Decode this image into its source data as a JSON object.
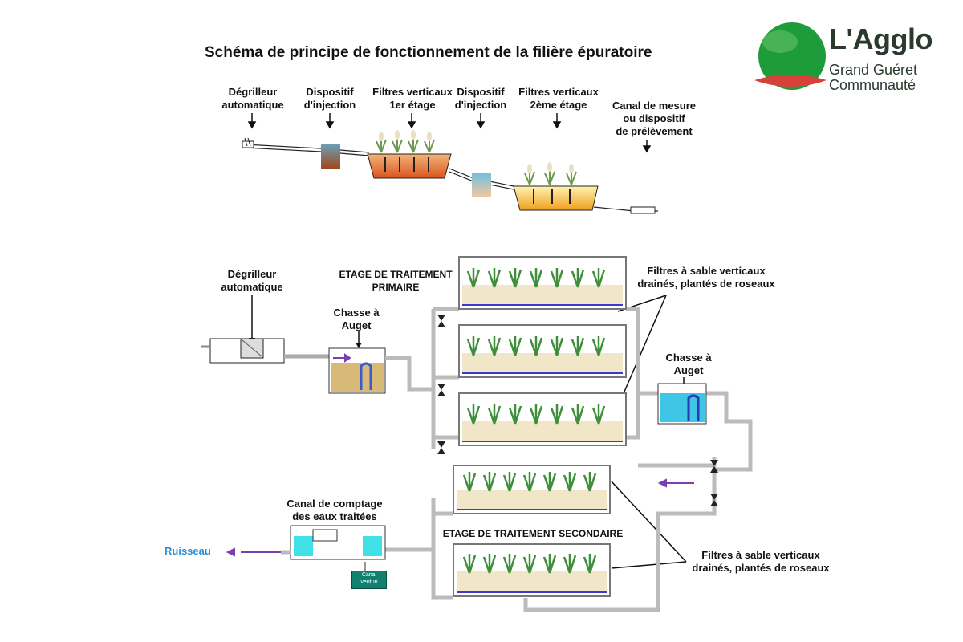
{
  "title": "Schéma de principe de fonctionnement de la filière épuratoire",
  "logo": {
    "name": "L'Agglo",
    "line1": "Grand Guéret",
    "line2": "Communauté",
    "colors": {
      "green": "#1e9b3a",
      "red": "#d8403a",
      "text": "#2b3a2e"
    }
  },
  "top_schema": {
    "degrilleur": [
      "Dégrilleur",
      "automatique"
    ],
    "injection_1": [
      "Dispositif",
      "d'injection"
    ],
    "filtres_1": [
      "Filtres verticaux",
      "1er étage"
    ],
    "injection_2": [
      "Dispositif",
      "d'injection"
    ],
    "filtres_2": [
      "Filtres verticaux",
      "2ème étage"
    ],
    "canal_mesure": [
      "Canal de mesure",
      "ou dispositif",
      "de prélèvement"
    ]
  },
  "bottom_schema": {
    "degrilleur": [
      "Dégrilleur",
      "automatique"
    ],
    "chasse_1": [
      "Chasse à",
      "Auget"
    ],
    "etage_primaire": [
      "ETAGE DE TRAITEMENT",
      "PRIMAIRE"
    ],
    "filtres_label_1": [
      "Filtres à sable verticaux",
      "drainés, plantés de roseaux"
    ],
    "chasse_2": [
      "Chasse à",
      "Auget"
    ],
    "canal_comptage": [
      "Canal de comptage",
      "des eaux traitées"
    ],
    "etage_secondaire": "ETAGE DE TRAITEMENT SECONDAIRE",
    "filtres_label_2": [
      "Filtres à sable verticaux",
      "drainés, plantés de roseaux"
    ],
    "ruisseau": "Ruisseau",
    "canal_venturi": [
      "Canal",
      "venturi"
    ]
  }
}
